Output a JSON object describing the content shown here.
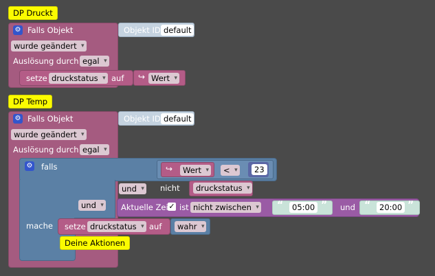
{
  "block1": {
    "comment": "DP Druckt",
    "trigger_label": "Falls Objekt",
    "object_id_label": "Objekt ID",
    "object_id_value": "default",
    "event_value": "wurde geändert",
    "trigger_label2": "Auslösung durch",
    "trigger_value": "egal",
    "set_label": "setze",
    "set_var": "druckstatus",
    "to_label": "auf",
    "value_label": "Wert"
  },
  "block2": {
    "comment": "DP Temp",
    "trigger_label": "Falls Objekt",
    "object_id_label": "Objekt ID",
    "object_id_value": "default",
    "event_value": "wurde geändert",
    "trigger_label2": "Auslösung durch",
    "trigger_value": "egal",
    "if_label": "falls",
    "do_label": "mache",
    "compare_value_label": "Wert",
    "compare_op": "<",
    "compare_num": "23",
    "and1": "und",
    "not_label": "nicht",
    "not_var": "druckstatus",
    "and2": "und",
    "time_label": "Aktuelle Zeit",
    "is_label": "ist",
    "time_op": "nicht zwischen",
    "time_start": "05:00",
    "and3": "und",
    "time_end": "20:00",
    "set_label": "setze",
    "set_var": "druckstatus",
    "to_label": "auf",
    "set_value": "wahr",
    "actions_comment": "Deine Aktionen"
  },
  "icons": {
    "gear": "gear-icon",
    "return": "return-arrow-icon",
    "quote": "quote-icon",
    "check": "checkbox-icon"
  },
  "colors": {
    "trigger": "#a55b80",
    "logic": "#5b80a5",
    "time": "#9a5ba5",
    "text": "#c9e3d9",
    "comment": "#fbfb00",
    "background": "#4a4a4a"
  }
}
